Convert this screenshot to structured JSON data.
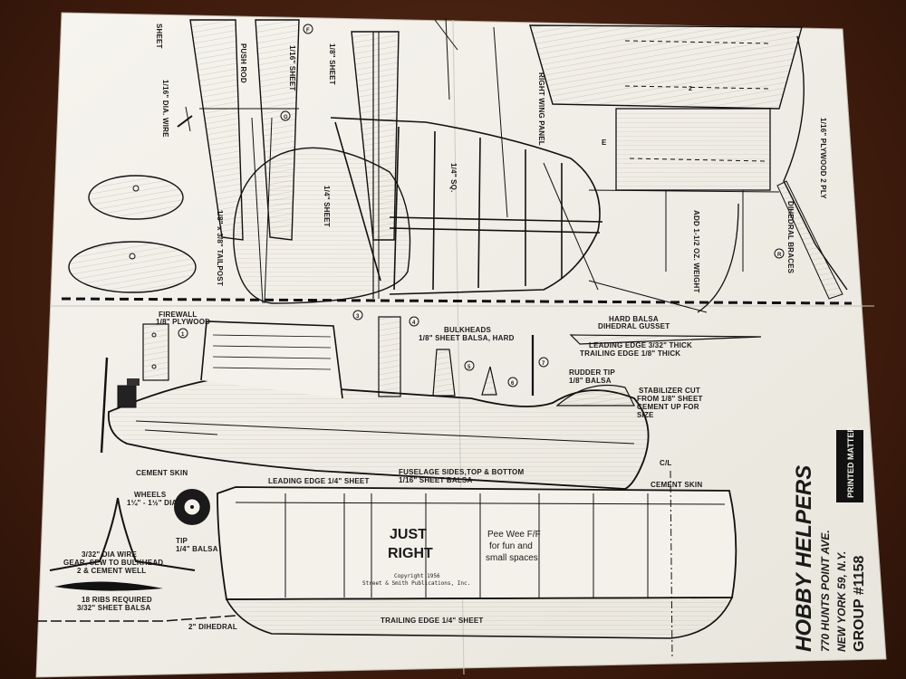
{
  "labels": {
    "sheet_top": "SHEET",
    "dia_wire": "1/16\" DIA. WIRE",
    "push_rod": "PUSH ROD",
    "sheet_116": "1/16\" SHEET",
    "sheet_18": "1/8\" SHEET",
    "sheet_14": "1/4\" SHEET",
    "tailpost": "1/8\" x 3/8\" TAILPOST",
    "right_wing_panel": "RIGHT WING PANEL",
    "sq_14": "1/4\" SQ.",
    "add_weight": "ADD 1-1/2 OZ. WEIGHT",
    "dihedral_braces": "DIHEDRAL BRACES",
    "plywood_2ply": "1/16\" PLYWOOD 2 PLY",
    "firewall": "FIREWALL",
    "firewall_ply": "1/8\" PLYWOOD",
    "bulkheads": "BULKHEADS",
    "bulkheads_spec": "1/8\" SHEET BALSA, HARD",
    "hard_balsa": "HARD BALSA",
    "dihedral_gusset": "DIHEDRAL GUSSET",
    "leading_edge_thick": "LEADING EDGE 3/32\" THICK",
    "trailing_edge_thick": "TRAILING EDGE 1/8\" THICK",
    "rudder_tip": "RUDDER TIP",
    "rudder_tip_balsa": "1/8\" BALSA",
    "stab_cut_1": "STABILIZER CUT",
    "stab_cut_2": "FROM 1/8\" SHEET",
    "stab_cut_3": "CEMENT UP FOR",
    "stab_cut_4": "SIZE",
    "cement_skin": "CEMENT SKIN",
    "cement_skin_right": "CEMENT SKIN",
    "leading_edge_14": "LEADING EDGE 1/4\" SHEET",
    "fuselage_sides": "FUSELAGE SIDES,TOP & BOTTOM",
    "fuselage_spec": "1/16\" SHEET BALSA",
    "wheels": "WHEELS",
    "wheels_dia": "1¼\" - 1½\" DIA.",
    "tip": "TIP",
    "tip_balsa": "1/4\" BALSA",
    "gear_1": "3/32\" DIA WIRE",
    "gear_2": "GEAR, SEW TO BULKHEAD",
    "gear_3": "2 & CEMENT WELL",
    "ribs_1": "18 RIBS REQUIRED",
    "ribs_2": "3/32\" SHEET BALSA",
    "dihedral": "2\" DIHEDRAL",
    "trailing_edge_14": "TRAILING EDGE 1/4\" SHEET",
    "just": "JUST",
    "right": "RIGHT",
    "pee_wee_1": "Pee Wee F/F",
    "pee_wee_2": "for fun and",
    "pee_wee_3": "small spaces",
    "copyright_1": "Copyright 1956",
    "copyright_2": "Street & Smith Publications, Inc.",
    "cl": "C/L",
    "hobby_helpers": "HOBBY HELPERS",
    "address_1": "770 HUNTS POINT AVE.",
    "address_2": "NEW YORK 59, N.Y.",
    "group": "GROUP #1158",
    "printed_matter": "PRINTED MATTER",
    "n1": "1",
    "n2": "2",
    "n3": "3",
    "n4": "4",
    "n5": "5",
    "n6": "6",
    "n7": "7",
    "nE": "E",
    "nF": "F",
    "nG": "G",
    "nR": "R"
  },
  "colors": {
    "paper": "#f3f1ea",
    "ink": "#1a1a1a",
    "wood_table": "#4a2414",
    "balsa_hatch": "#7a6a50"
  }
}
